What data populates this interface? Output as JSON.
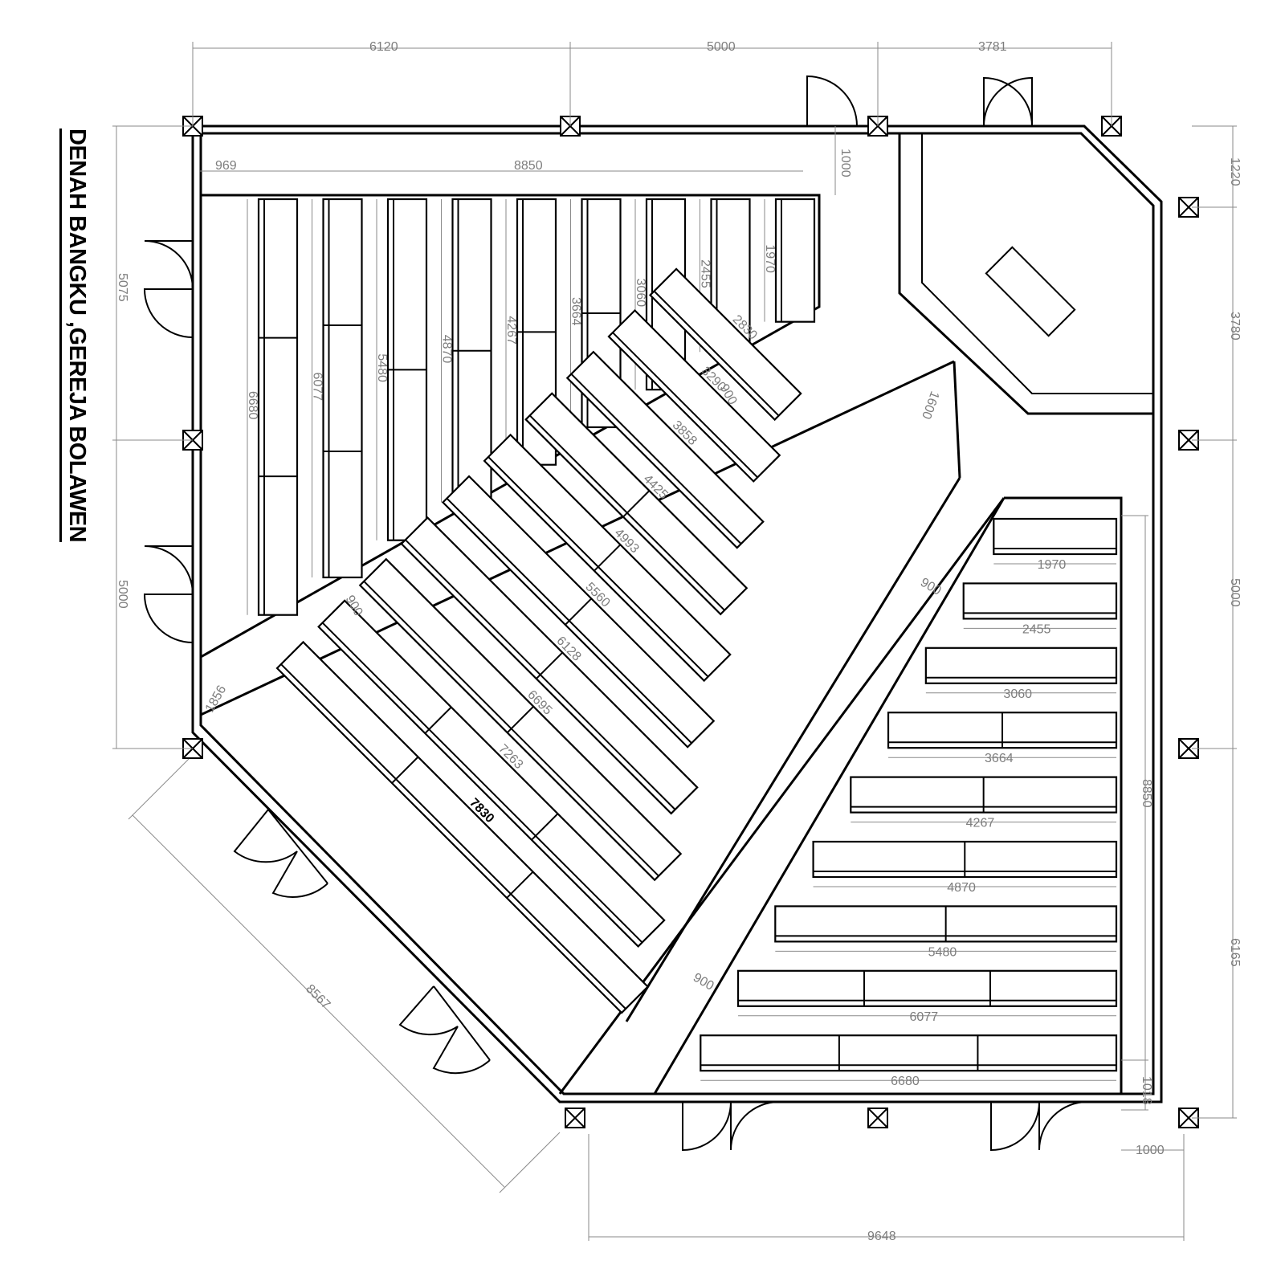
{
  "title": "DENAH BANGKU ,GEREJA BOLAWEN",
  "dimensions": {
    "top": [
      "6120",
      "5000",
      "3781"
    ],
    "left": [
      "5075",
      "5000"
    ],
    "right": [
      "1220",
      "3780",
      "5000",
      "6165"
    ],
    "left_section_width": [
      "969",
      "8850"
    ],
    "left_aisle_top": "1000",
    "left_bench_lengths": [
      "6680",
      "6077",
      "5480",
      "4870",
      "4267",
      "3664",
      "3060",
      "2455",
      "1970"
    ],
    "aisle_widths": [
      "900",
      "900",
      "900",
      "900"
    ],
    "aisle_bottom_left": "1856",
    "center_bench_lengths": [
      "7830",
      "7263",
      "6695",
      "6128",
      "5560",
      "4993",
      "4425",
      "3858",
      "3290",
      "2830"
    ],
    "center_top": "1600",
    "right_bench_lengths": [
      "1970",
      "2455",
      "3060",
      "3664",
      "4267",
      "4870",
      "5480",
      "6077",
      "6680"
    ],
    "right_section_depth": "8850",
    "right_bottom_gap": "1018",
    "bottom_right": "1000",
    "bottom": "9648",
    "diagonal_left": "8567"
  }
}
